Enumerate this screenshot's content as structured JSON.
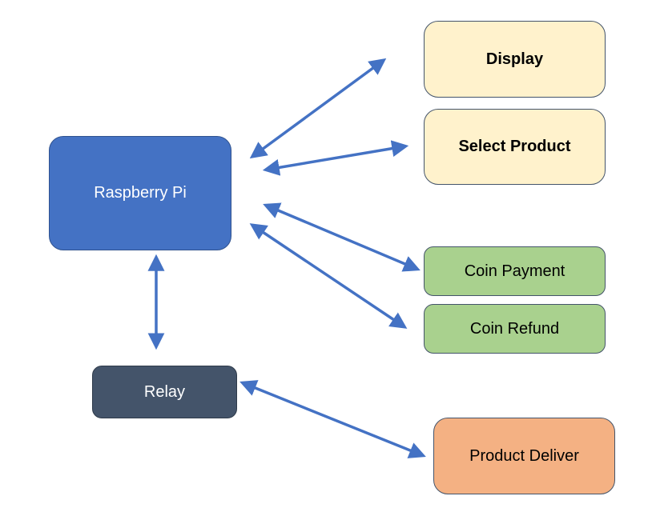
{
  "diagram": {
    "nodes": [
      {
        "id": "rpi",
        "label": "Raspberry Pi",
        "fill": "#4472c4"
      },
      {
        "id": "display",
        "label": "Display",
        "fill": "#fff2cc"
      },
      {
        "id": "select",
        "label": "Select Product",
        "fill": "#fff2cc"
      },
      {
        "id": "coinpay",
        "label": "Coin Payment",
        "fill": "#a9d18e"
      },
      {
        "id": "coinref",
        "label": "Coin Refund",
        "fill": "#a9d18e"
      },
      {
        "id": "relay",
        "label": "Relay",
        "fill": "#44546a"
      },
      {
        "id": "deliver",
        "label": "Product Deliver",
        "fill": "#f4b183"
      }
    ],
    "edges": [
      {
        "from": "rpi",
        "to": "display",
        "direction": "bidirectional"
      },
      {
        "from": "rpi",
        "to": "select",
        "direction": "bidirectional"
      },
      {
        "from": "rpi",
        "to": "coinpay",
        "direction": "bidirectional"
      },
      {
        "from": "rpi",
        "to": "coinref",
        "direction": "bidirectional"
      },
      {
        "from": "rpi",
        "to": "relay",
        "direction": "bidirectional"
      },
      {
        "from": "relay",
        "to": "deliver",
        "direction": "bidirectional"
      }
    ],
    "arrow_color": "#4472c4"
  }
}
